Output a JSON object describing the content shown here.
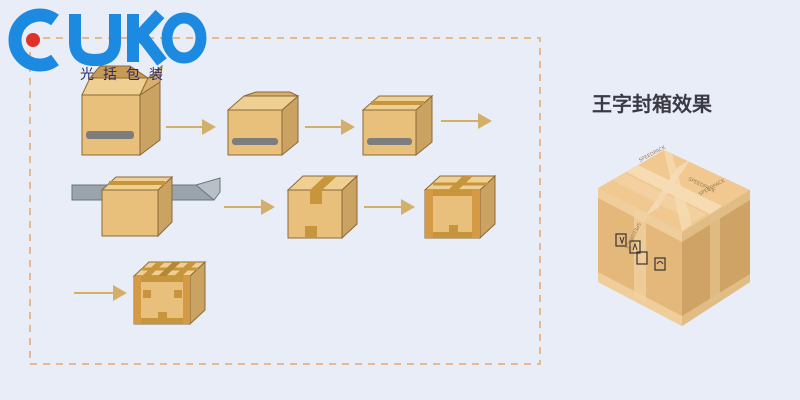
{
  "brand": {
    "logo_text": "CUKO",
    "subtitle": "光括包装",
    "color": "#1c8ae0",
    "dot_color": "#e0322b"
  },
  "result_title": "王字封箱效果",
  "box_tape_text": "SPEEDPACK",
  "colors": {
    "background": "#e9edf8",
    "box_front": "#e8c07c",
    "box_side": "#caa262",
    "box_top": "#f0cf92",
    "tape": "#c7953c",
    "arrow": "#d2b06a",
    "dash": "#e8b98e",
    "slot": "#7d7d7d"
  },
  "process_steps": [
    {
      "id": "open-box-with-flaps"
    },
    {
      "id": "flaps-folding"
    },
    {
      "id": "top-closed-slot-visible"
    },
    {
      "id": "passing-through-taping-rail"
    },
    {
      "id": "center-tape-applied"
    },
    {
      "id": "sides-taped"
    },
    {
      "id": "wang-pattern-sealed"
    }
  ]
}
